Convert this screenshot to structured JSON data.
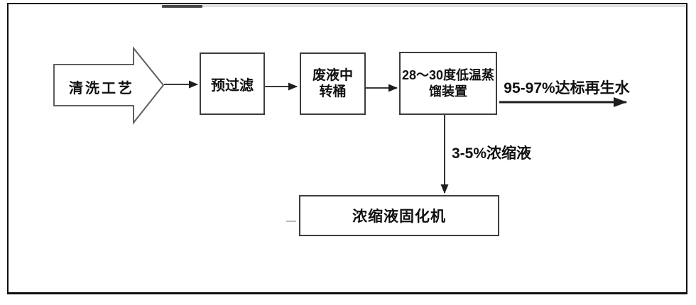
{
  "diagram": {
    "nodes": {
      "source": {
        "lines": [
          "清洗工艺"
        ]
      },
      "prefilter": {
        "lines": [
          "预过滤"
        ]
      },
      "transfer": {
        "lines": [
          "废液中",
          "转桶"
        ]
      },
      "distill": {
        "lines": [
          "28～30度低温蒸",
          "馏装置"
        ]
      },
      "solidifier": {
        "lines": [
          "浓缩液固化机"
        ]
      }
    },
    "flow_labels": {
      "regenerated_water": "95-97%达标再生水",
      "concentrate": "3-5%浓缩液"
    },
    "colors": {
      "background": "#ffffff",
      "border": "#0f0f0f",
      "box_border": "#3d3d3d",
      "arrow_line": "#1d1d1d",
      "big_arrow_outline": "#5f5f5f",
      "text": "#101010"
    }
  }
}
